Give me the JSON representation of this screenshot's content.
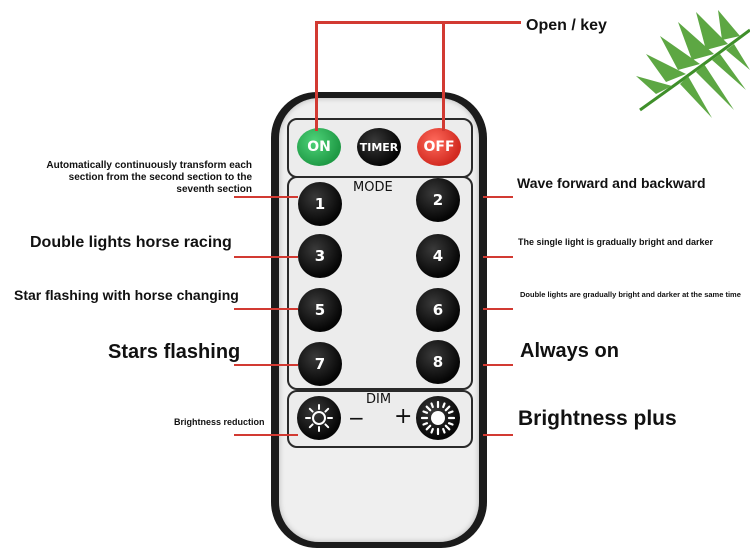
{
  "callouts": {
    "open_key": "Open / key",
    "mode1": "Automatically continuously transform each section from the second section to the seventh section",
    "mode1_l1": "Automatically continuously transform each",
    "mode1_l2": "section from the second section to the",
    "mode1_l3": "seventh section",
    "mode2": "Wave forward and backward",
    "mode3": "Double lights horse racing",
    "mode4": "The single light is gradually bright and darker",
    "mode5": "Star flashing with horse changing",
    "mode6": "Double lights are gradually bright and darker at the same time",
    "mode7": "Stars flashing",
    "mode8": "Always on",
    "dim_down": "Brightness reduction",
    "dim_up": "Brightness plus"
  },
  "remote": {
    "on_label": "ON",
    "timer_label": "TIMER",
    "off_label": "OFF",
    "mode_title": "MODE",
    "dim_title": "DIM",
    "minus": "−",
    "plus": "+",
    "buttons": [
      "1",
      "2",
      "3",
      "4",
      "5",
      "6",
      "7",
      "8"
    ]
  },
  "colors": {
    "on": "#2fb55a",
    "off": "#e0362c",
    "timer": "#111111",
    "line": "#d23a32",
    "leaf": "#3f8f2a"
  }
}
